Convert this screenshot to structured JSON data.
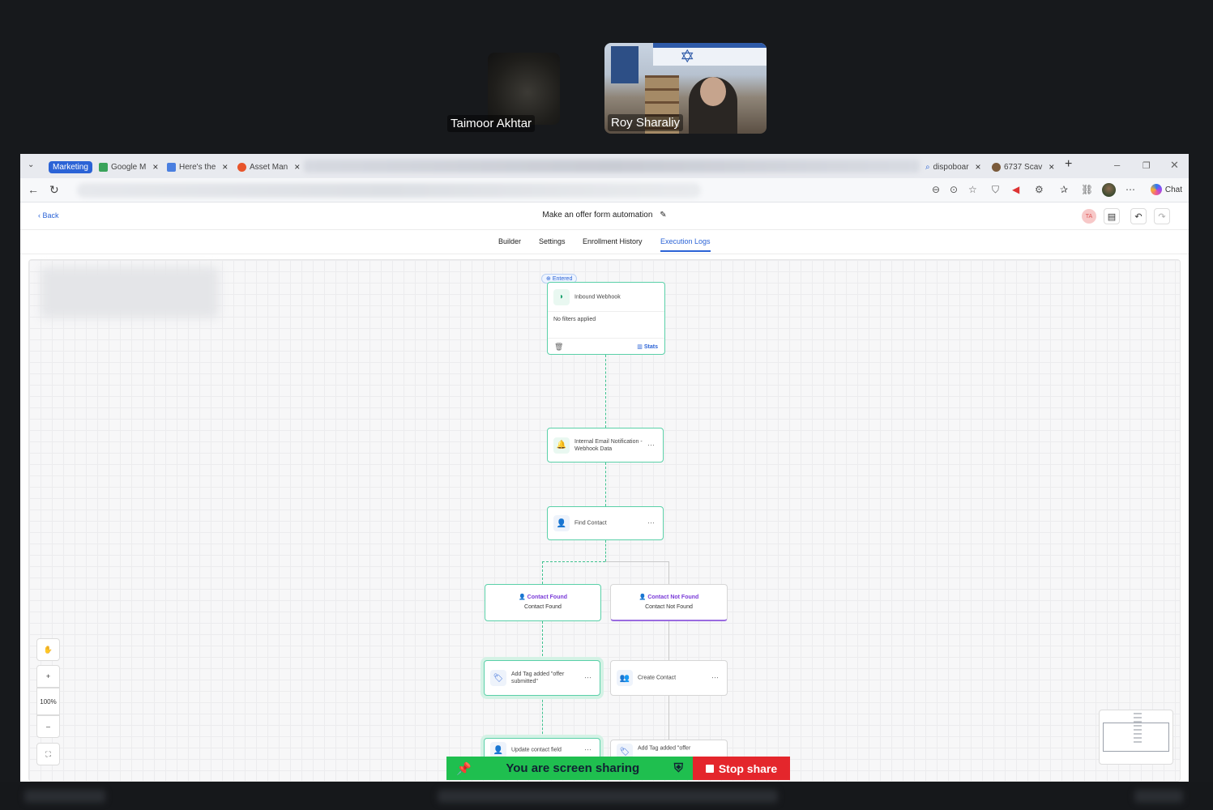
{
  "participants": [
    {
      "name": "Taimoor Akhtar"
    },
    {
      "name": "Roy Sharaliy"
    }
  ],
  "browser": {
    "tab_group": "Marketing",
    "tabs": [
      {
        "label": "Google M"
      },
      {
        "label": "Here's the"
      },
      {
        "label": "Asset Man"
      },
      {
        "label": "dispoboar"
      },
      {
        "label": "6737 Scav"
      }
    ],
    "chat_label": "Chat"
  },
  "app": {
    "back_label": "Back",
    "title": "Make an offer form automation",
    "avatar_initials": "TA",
    "nav_tabs": [
      {
        "label": "Builder"
      },
      {
        "label": "Settings"
      },
      {
        "label": "Enrollment History"
      },
      {
        "label": "Execution Logs"
      }
    ]
  },
  "workflow": {
    "trigger": {
      "badge": "Entered",
      "title": "Inbound Webhook",
      "filters": "No filters applied",
      "stats_label": "Stats"
    },
    "nodes": {
      "email": "Internal Email Notification - Webhook Data",
      "find": "Find Contact",
      "tag1": "Add Tag added \"offer submitted\"",
      "create": "Create Contact",
      "update": "Update contact field",
      "tag2": "Add Tag added \"offer"
    },
    "branches": {
      "found_title": "Contact Found",
      "found_sub": "Contact Found",
      "notfound_title": "Contact Not Found",
      "notfound_sub": "Contact Not Found"
    },
    "zoom_level": "100%"
  },
  "sharebar": {
    "status": "You are screen sharing",
    "stop_label": "Stop share"
  },
  "colors": {
    "accent": "#2b63d6",
    "node_border": "#5ad0a8",
    "branch_title": "#7a3bd8",
    "share_green": "#1fbf4f",
    "share_red": "#e4262c"
  }
}
